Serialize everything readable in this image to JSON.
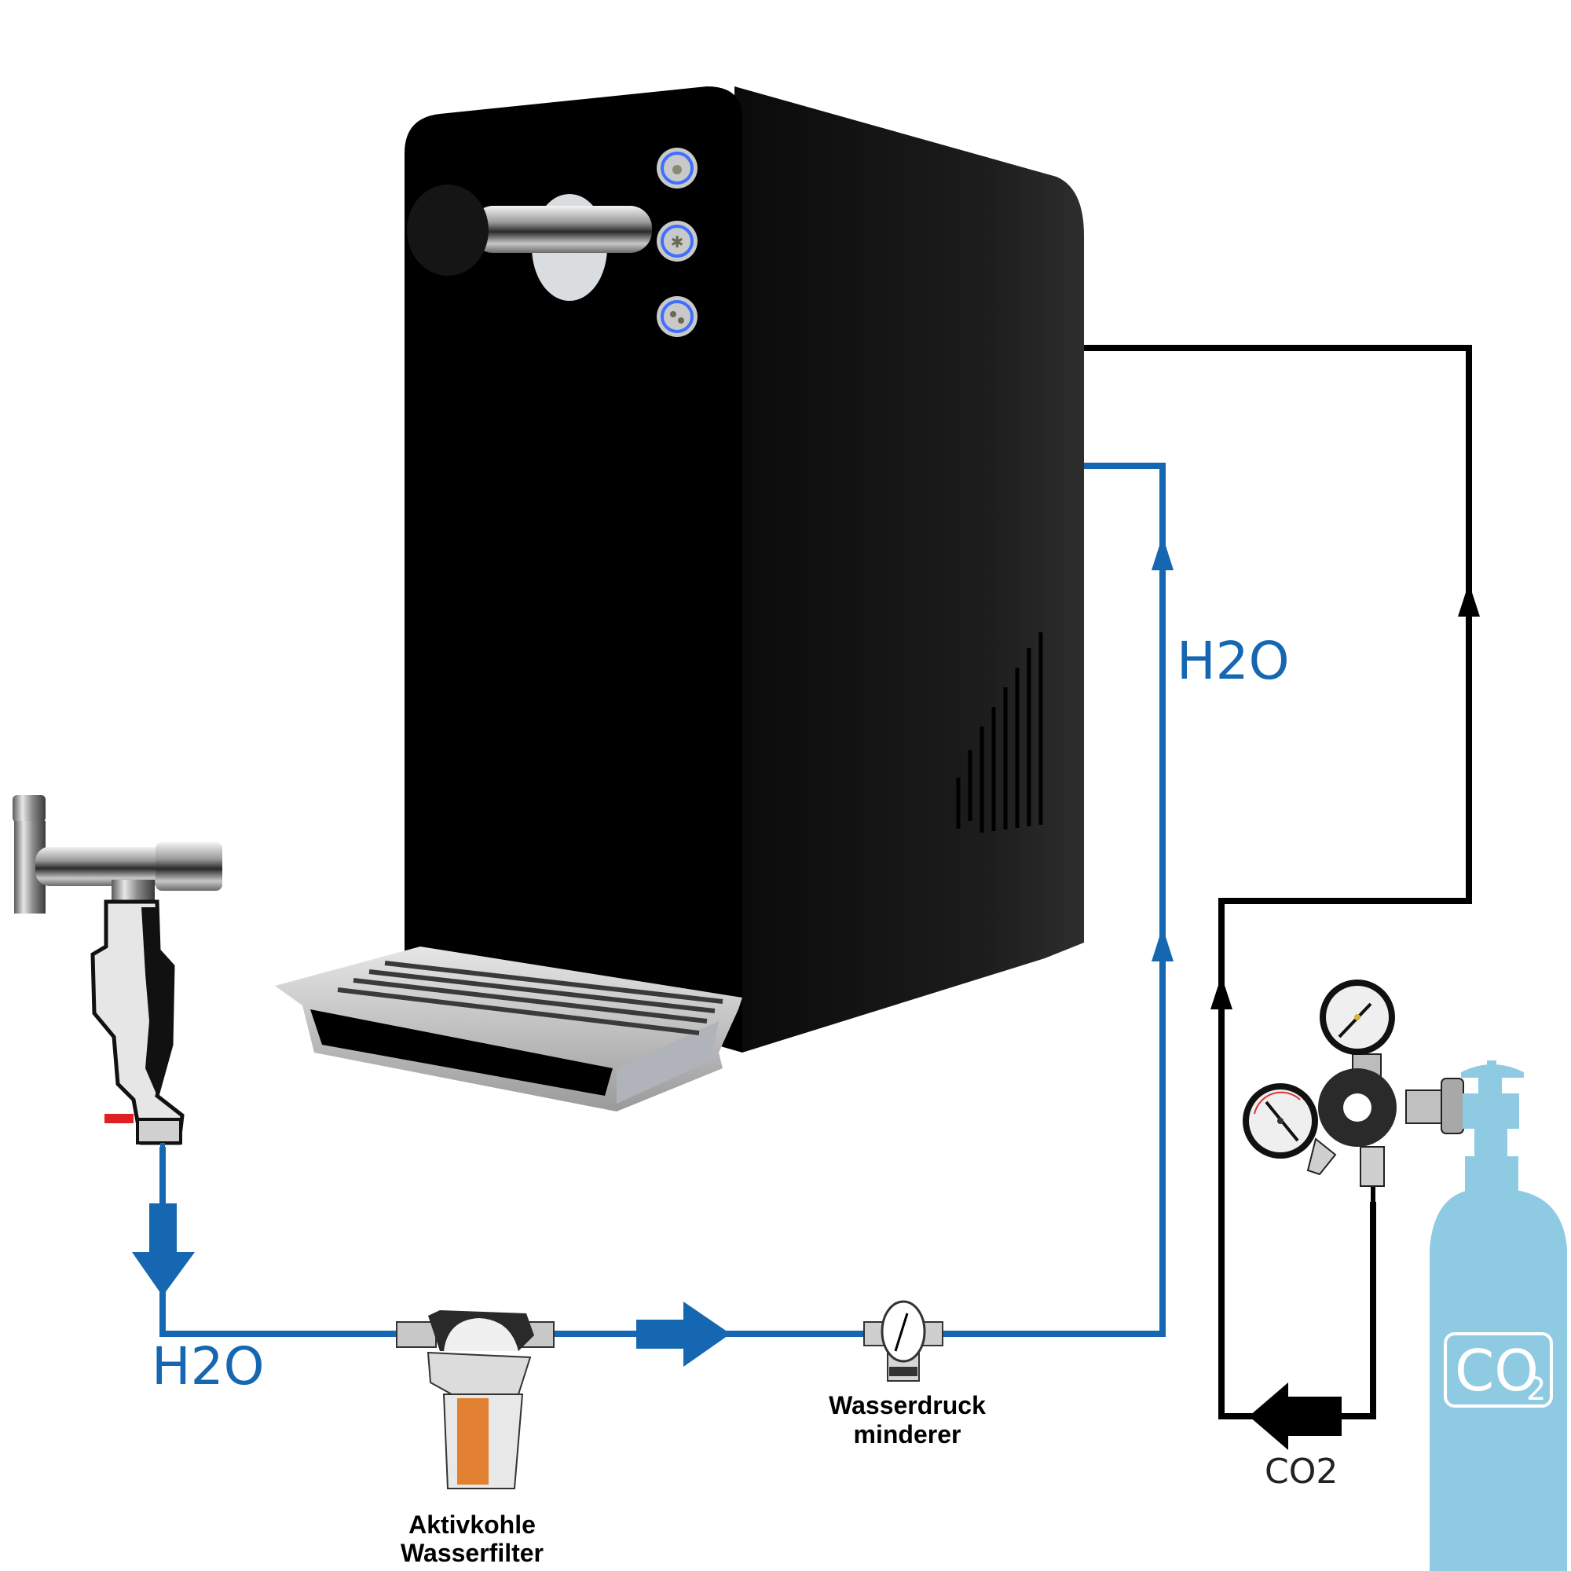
{
  "diagram": {
    "title": "Wasserspender Anschlussschema",
    "colors": {
      "water_line": "#1467b0",
      "co2_line": "#000000",
      "co2_tank": "#8ecbe3",
      "filter_cartridge": "#e08030",
      "valve_handle": "#e02020",
      "button_ring": "#3f6fff"
    },
    "labels": {
      "h2o_inlet": "H2O",
      "h2o_outlet": "H2O",
      "co2_line": "CO2",
      "filter_line1": "Aktivkohle",
      "filter_line2": "Wasserfilter",
      "reducer_line1": "Wasserdruck",
      "reducer_line2": "minderer",
      "tank_text": "CO",
      "tank_sub": "2"
    },
    "components": [
      {
        "id": "tap-valve",
        "name": "Wasserhahn-Anschlussventil"
      },
      {
        "id": "carbon-filter",
        "name": "Aktivkohle Wasserfilter"
      },
      {
        "id": "pressure-reducer",
        "name": "Wasserdruckminderer"
      },
      {
        "id": "dispenser",
        "name": "Wassersprudler / Trinkwasserspender",
        "buttons": 3
      },
      {
        "id": "co2-regulator",
        "name": "CO2 Druckminderer",
        "gauges": 2
      },
      {
        "id": "co2-tank",
        "name": "CO2 Flasche"
      }
    ],
    "flows": [
      {
        "medium": "H2O",
        "from": "tap-valve",
        "to": "carbon-filter"
      },
      {
        "medium": "H2O",
        "from": "carbon-filter",
        "to": "pressure-reducer"
      },
      {
        "medium": "H2O",
        "from": "pressure-reducer",
        "to": "dispenser"
      },
      {
        "medium": "CO2",
        "from": "co2-regulator",
        "to": "dispenser"
      }
    ]
  }
}
